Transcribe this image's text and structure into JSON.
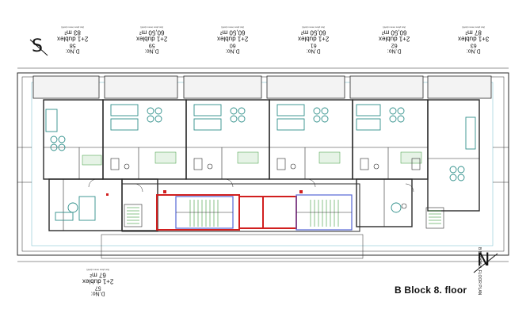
{
  "title": "B Block 8. floor",
  "side_title": "B BLOCK 8. FLOOR PLAN",
  "compass": {
    "south": "S",
    "north": "N"
  },
  "apartments": [
    {
      "door": "D.No:",
      "number": "58",
      "type": "2+1 dublex",
      "area": "83 m²",
      "note": "(kat planı terası dahil)"
    },
    {
      "door": "D.No:",
      "number": "59",
      "type": "2+1 dublex",
      "area": "60,50 m²",
      "note": "(kat planı terası dahil)"
    },
    {
      "door": "D.No:",
      "number": "60",
      "type": "2+1 dublex",
      "area": "60,50 m²",
      "note": "(kat planı terası dahil)"
    },
    {
      "door": "D.No:",
      "number": "61",
      "type": "2+1 dublex",
      "area": "60,50 m²",
      "note": "(kat planı terası dahil)"
    },
    {
      "door": "D.No:",
      "number": "62",
      "type": "2+1 dublex",
      "area": "60,50 m²",
      "note": "(kat planı terası dahil)"
    },
    {
      "door": "D.No:",
      "number": "63",
      "type": "3+1 dublex",
      "area": "87 m²",
      "note": "(kat planı terası dahil)"
    },
    {
      "door": "D.No:",
      "number": "57",
      "type": "2+1 dublex",
      "area": "67 m²",
      "note": "(kat planı terası dahil)"
    }
  ],
  "colors": {
    "line": "#2a2a2a",
    "furniture": "#2f8f8a",
    "stair_red": "#d11f1f",
    "stair_blue": "#5566d6",
    "green": "#3a9a3a"
  }
}
